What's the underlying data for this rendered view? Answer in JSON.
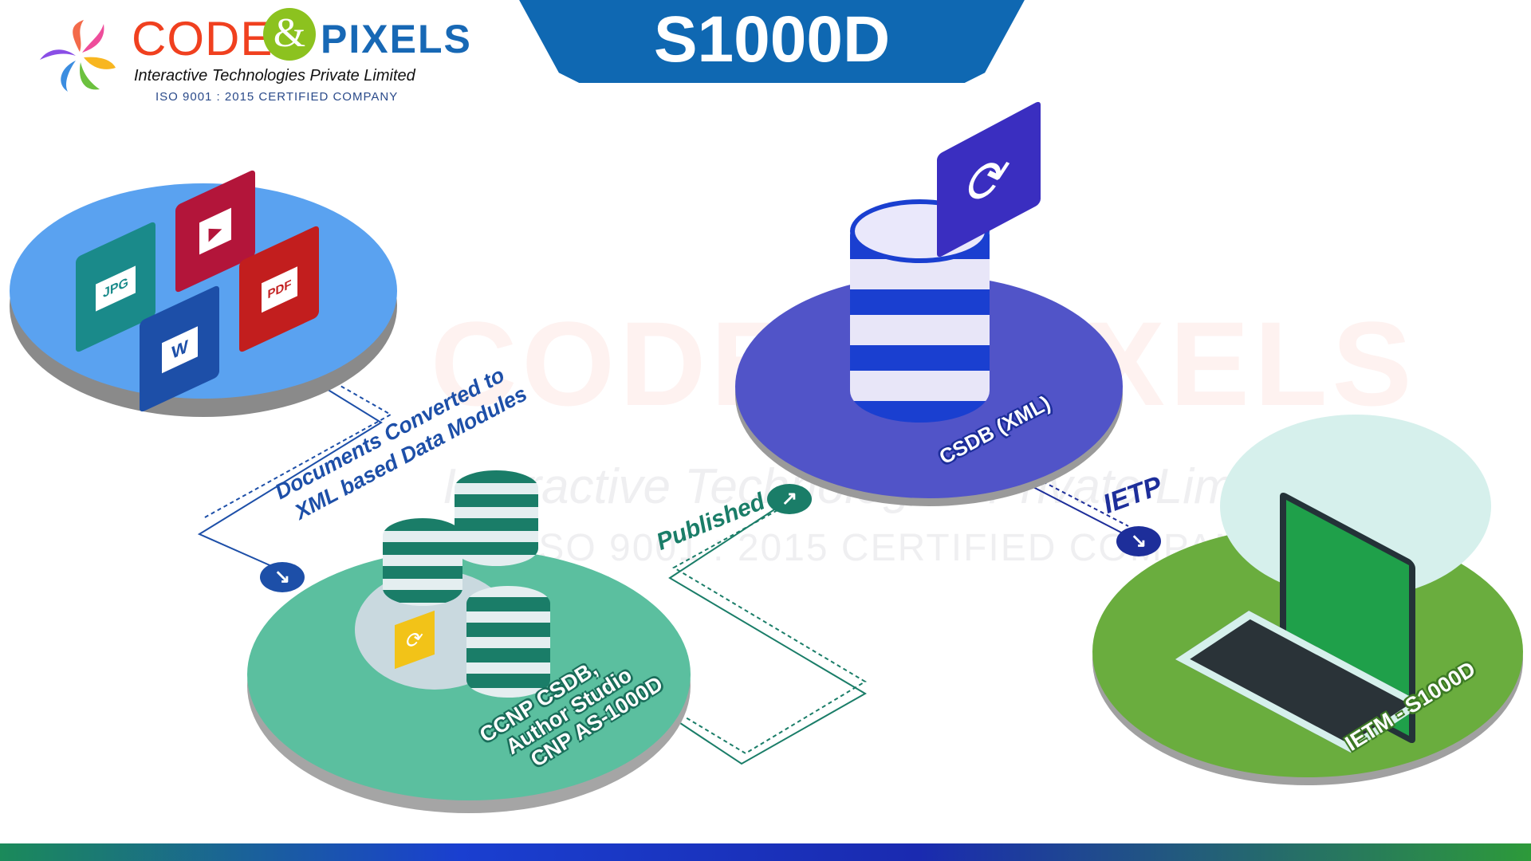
{
  "logo": {
    "code": "CODE",
    "amp": "&",
    "pixels": "PIXELS",
    "tagline": "Interactive Technologies Private Limited",
    "certification": "ISO 9001 : 2015 CERTIFIED COMPANY"
  },
  "title": "S1000D",
  "watermark": {
    "brand": "CODE & PIXELS",
    "tagline": "Interactive Technologies Private Limited",
    "certification": "ISO 9001 : 2015 CERTIFIED COMPANY"
  },
  "nodes": {
    "documents": {
      "icons": [
        "jpg-folder-icon",
        "video-folder-icon",
        "word-folder-icon",
        "pdf-folder-icon"
      ],
      "jpg": "JPG",
      "pdf": "PDF",
      "word": "W"
    },
    "authoring": {
      "line1": "CCNP CSDB,",
      "line2": "Author Studio",
      "line3": "CNP AS-1000D"
    },
    "csdb": {
      "label": "CSDB (XML)"
    },
    "ietm": {
      "label": "IETM - S1000D"
    }
  },
  "connectors": {
    "convert": {
      "line1": "Documents Converted to",
      "line2": "XML based Data Modules"
    },
    "publish": {
      "label": "Published"
    },
    "ietp": {
      "label": "IETP"
    }
  },
  "colors": {
    "banner": "#0f68b2",
    "documents_disc": "#5aa2f0",
    "authoring_disc": "#5bbf9f",
    "csdb_disc": "#5154c8",
    "ietm_disc": "#6aad3e"
  }
}
